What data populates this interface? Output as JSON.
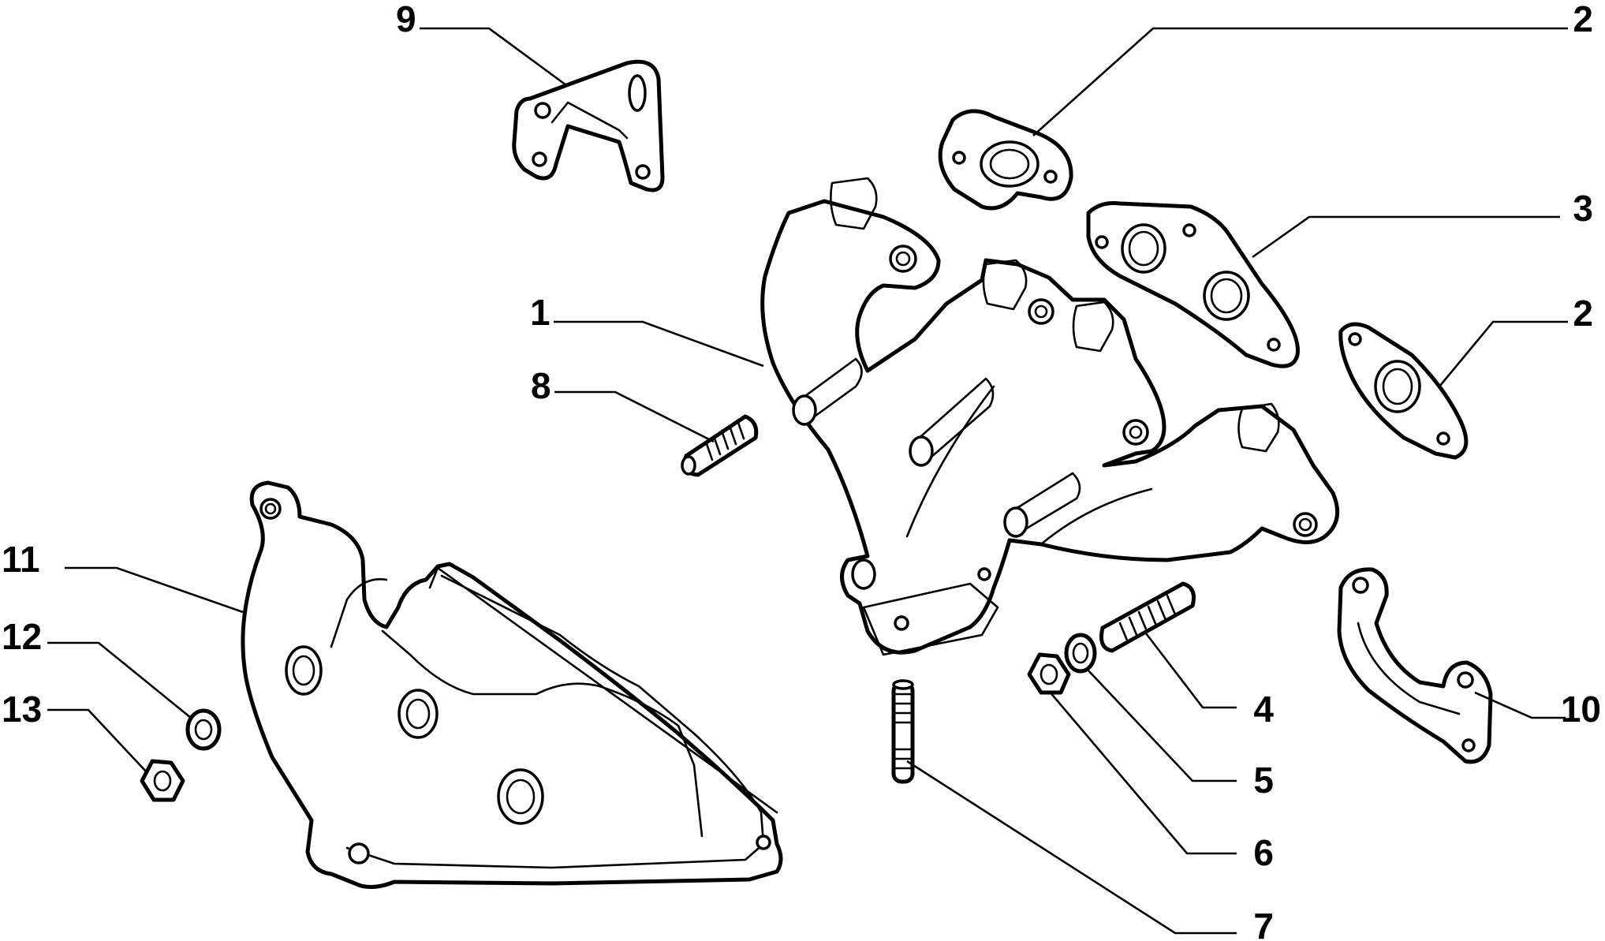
{
  "callouts": [
    {
      "id": "callout-1",
      "text": "1"
    },
    {
      "id": "callout-2a",
      "text": "2"
    },
    {
      "id": "callout-2b",
      "text": "2"
    },
    {
      "id": "callout-3",
      "text": "3"
    },
    {
      "id": "callout-4",
      "text": "4"
    },
    {
      "id": "callout-5",
      "text": "5"
    },
    {
      "id": "callout-6",
      "text": "6"
    },
    {
      "id": "callout-7",
      "text": "7"
    },
    {
      "id": "callout-8",
      "text": "8"
    },
    {
      "id": "callout-9",
      "text": "9"
    },
    {
      "id": "callout-10",
      "text": "10"
    },
    {
      "id": "callout-11",
      "text": "11"
    },
    {
      "id": "callout-12",
      "text": "12"
    },
    {
      "id": "callout-13",
      "text": "13"
    }
  ],
  "colors": {
    "line": "#000000",
    "background": "#ffffff"
  }
}
